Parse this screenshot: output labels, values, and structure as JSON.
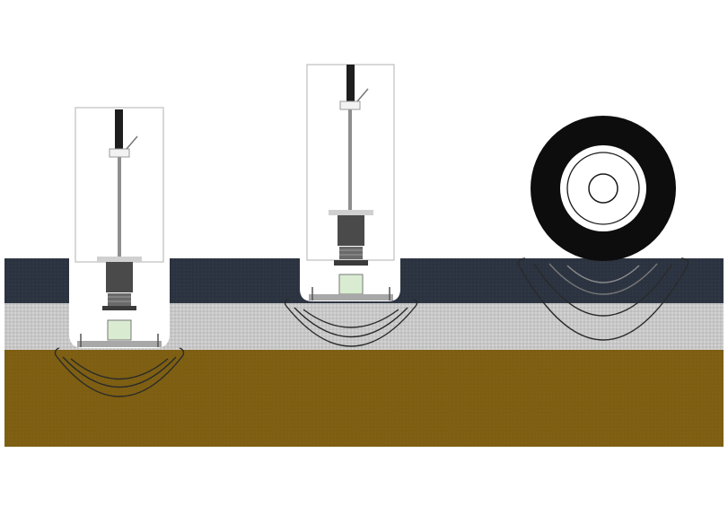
{
  "colors": {
    "background": "#ffffff",
    "asphalt_layer": "#2c3340",
    "base_layer": "#c9c9c9",
    "subgrade_layer": "#7d5e12",
    "pit_fill": "#ffffff",
    "rod": "#8a8a8a",
    "rod_tip": "#1e1e1e",
    "weight": "#4a4a4a",
    "spring": "#6a6a6a",
    "sensor": "#d9ecd2",
    "base_plate": "#a8a8a8",
    "stress_lines": "#2a2a2a",
    "tire": "#0d0d0d",
    "rim": "#ffffff"
  },
  "scenes": [
    {
      "name": "deflectometer-on-subgrade",
      "depicts": "deflectometer-icon"
    },
    {
      "name": "deflectometer-on-base",
      "depicts": "deflectometer-icon"
    },
    {
      "name": "wheel-on-surface",
      "depicts": "tire-icon"
    }
  ],
  "layers": [
    {
      "name": "asphalt-surface-layer"
    },
    {
      "name": "granular-base-layer"
    },
    {
      "name": "subgrade-soil-layer"
    }
  ]
}
